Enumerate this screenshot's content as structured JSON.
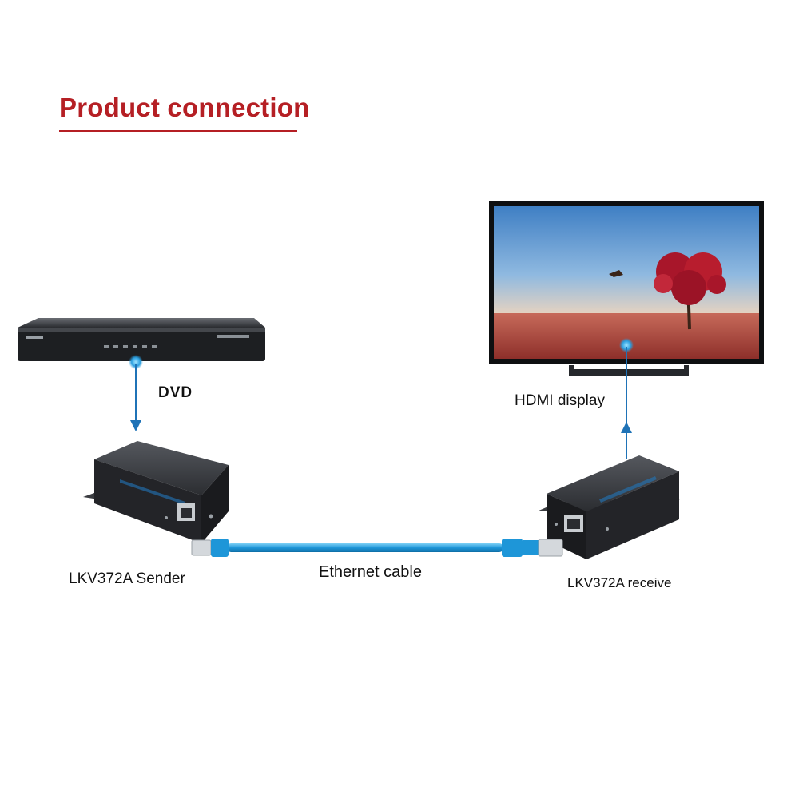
{
  "title": "Product connection",
  "labels": {
    "dvd": "DVD",
    "hdmi_display": "HDMI display",
    "sender": "LKV372A Sender",
    "ethernet_cable": "Ethernet cable",
    "receiver": "LKV372A receive"
  },
  "colors": {
    "title_red": "#b51f24",
    "arrow_blue": "#1f73b7",
    "cable_blue": "#1e96d8",
    "device_dark": "#2a2c30"
  }
}
